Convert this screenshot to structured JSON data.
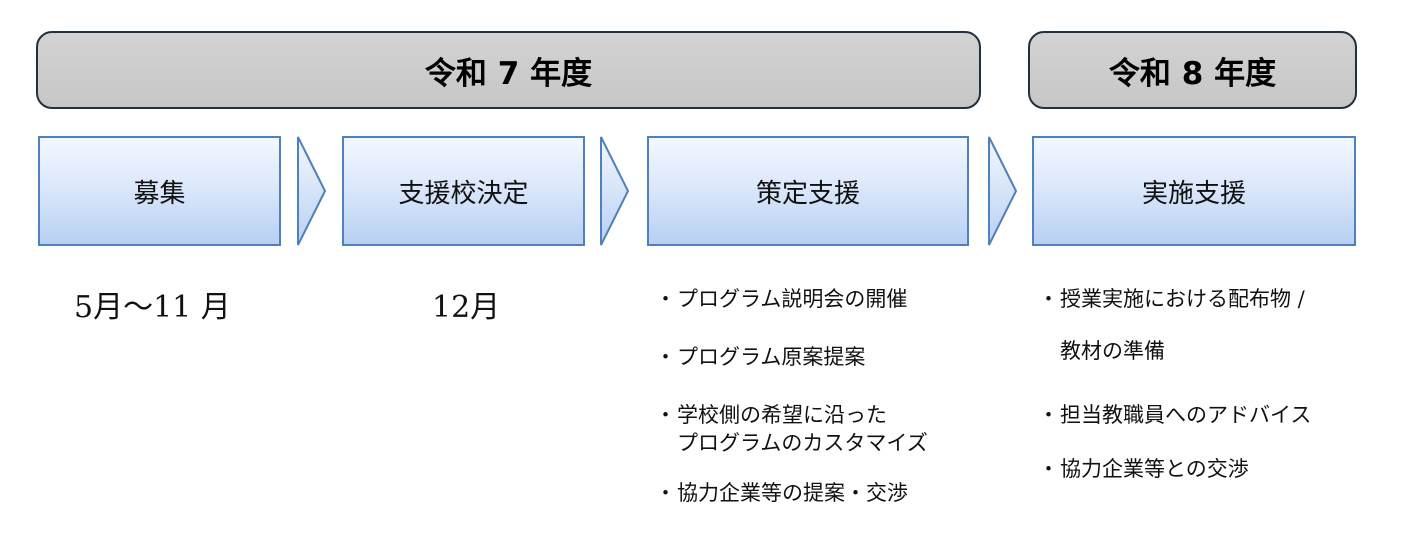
{
  "years": [
    {
      "label": "令和 7 年度"
    },
    {
      "label": "令和 8 年度"
    }
  ],
  "steps": [
    {
      "label": "募集"
    },
    {
      "label": "支援校決定"
    },
    {
      "label": "策定支援"
    },
    {
      "label": "実施支援"
    }
  ],
  "periods": [
    {
      "label": "5月～11 月"
    },
    {
      "label": "12月"
    }
  ],
  "bullet_mark": "・",
  "strategy_items": [
    "プログラム説明会の開催",
    "プログラム原案提案",
    "学校側の希望に沿った\nプログラムのカスタマイズ",
    "協力企業等の提案・交渉"
  ],
  "implementation_items": [
    "授業実施における配布物 /\n教材の準備",
    "担当教職員へのアドバイス",
    "協力企業等との交渉"
  ],
  "colors": {
    "year_fill": "#c9c9c9",
    "year_border": "#1f3140",
    "step_border": "#4f81bd",
    "step_fill_top": "#f4f8ff",
    "step_fill_bottom": "#b8d0f2"
  }
}
